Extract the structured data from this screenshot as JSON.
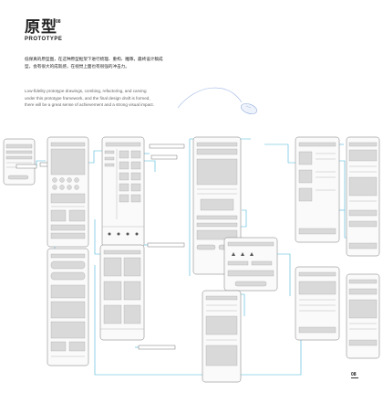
{
  "header": {
    "title_cn": "原型",
    "title_number": "08",
    "title_en": "PROTOTYPE"
  },
  "description": {
    "cn": "低保真的原型图，在这种原型框架下进行梳理、重构、雕琢，最终设计稿成型，会有很大的成就感，在视觉上面也有很强的冲击力。",
    "en": "Low-fidelity prototype drawings, combing, refactoring, and carving under this prototype framework, and the final design draft is formed, there will be a great sense of achievement and a strong visual impact."
  },
  "footer": {
    "page_number": "08"
  },
  "colors": {
    "connector": "#46b5d8",
    "wireframe_stroke": "#777777",
    "placeholder": "#d9d9d9"
  }
}
